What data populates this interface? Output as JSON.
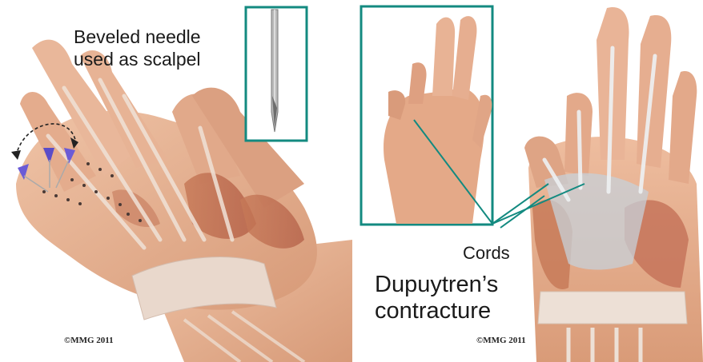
{
  "left_panel": {
    "needle_caption_line1": "Beveled needle",
    "needle_caption_line2": "used as scalpel",
    "copyright": "©MMG 2011"
  },
  "right_panel": {
    "cords_label": "Cords",
    "title_line1": "Dupuytren’s",
    "title_line2": "contracture",
    "copyright": "©MMG 2011"
  },
  "colors": {
    "inset_border": "#138a80",
    "skin": "#e6b090",
    "muscle": "#c8795a",
    "tendon": "#eedfd4",
    "needle_marker": "#6b5bd6"
  }
}
